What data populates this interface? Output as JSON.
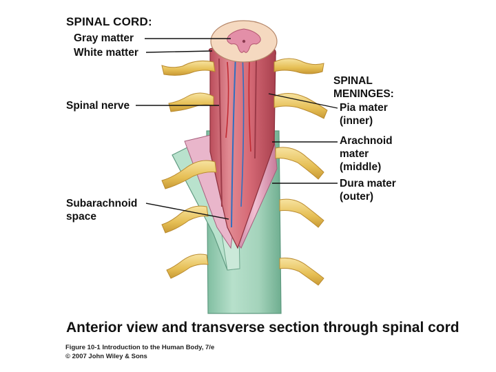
{
  "labels": {
    "spinal_cord_heading": "SPINAL CORD:",
    "gray_matter": "Gray matter",
    "white_matter": "White matter",
    "spinal_nerve": "Spinal nerve",
    "subarachnoid_line1": "Subarachnoid",
    "subarachnoid_line2": "space",
    "meninges_line1": "SPINAL",
    "meninges_line2": "MENINGES:",
    "pia_line1": "Pia mater",
    "pia_line2": "(inner)",
    "arachnoid_line1": "Arachnoid",
    "arachnoid_line2": "mater",
    "arachnoid_line3": "(middle)",
    "dura_line1": "Dura mater",
    "dura_line2": "(outer)"
  },
  "caption": "Anterior view and transverse section through spinal cord",
  "credit_line1": "Figure 10-1  Introduction to the Human Body, 7/e",
  "credit_line2": "© 2007 John Wiley & Sons",
  "colors": {
    "dura": "#a8d5bf",
    "arachnoid": "#e2a9c2",
    "pia": "#d9727f",
    "nerve": "#eccd72",
    "gray_matter": "#e59ab1",
    "white_matter": "#f6dcc4"
  }
}
